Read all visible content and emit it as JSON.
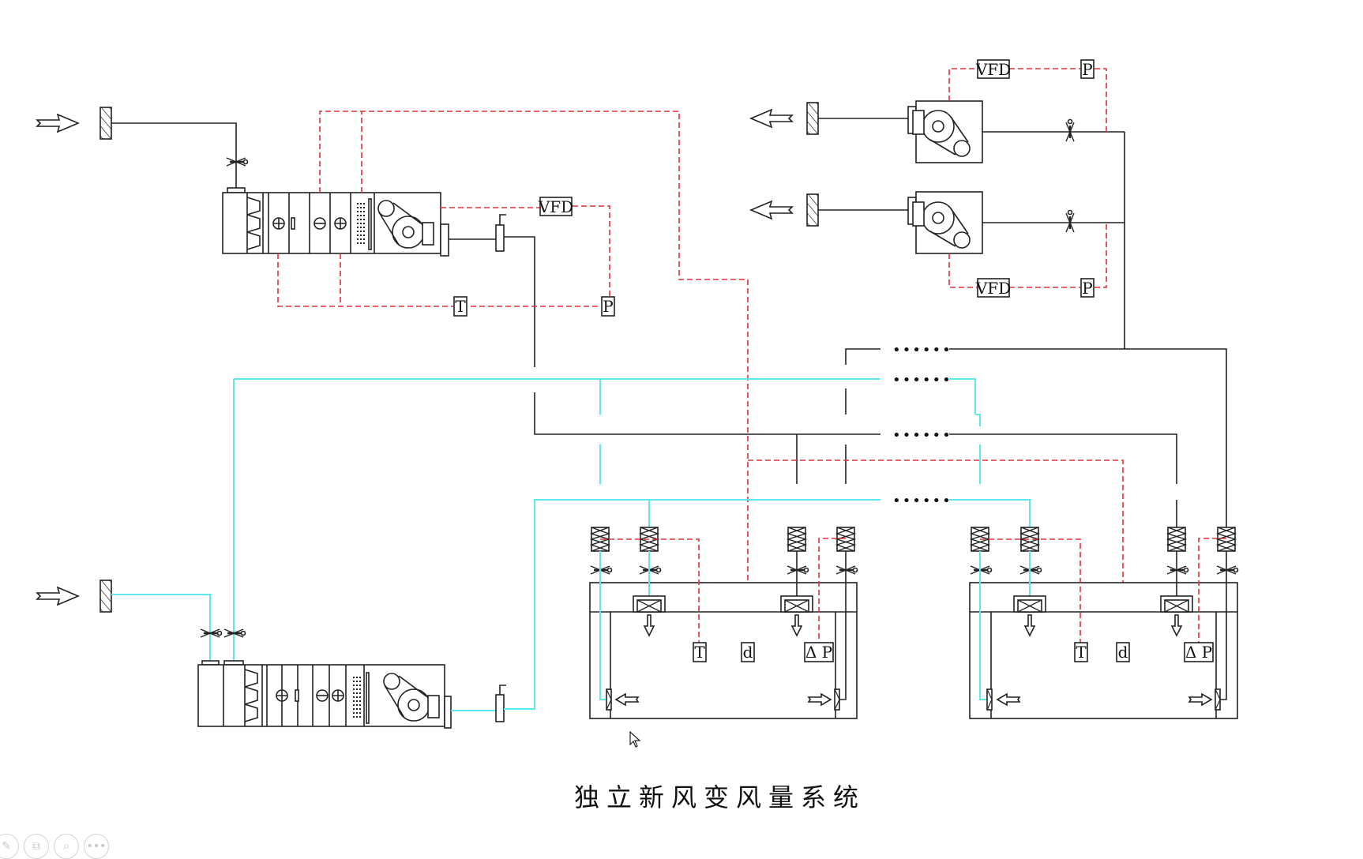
{
  "title": "独立新风变风量系统",
  "colors": {
    "supply_duct": "#5ee8ee",
    "control_line": "#e0303a",
    "equipment": "#222222",
    "background": "#ffffff"
  },
  "legend_semantics": {
    "cyan_lines": "fresh air supply ducts",
    "black_lines": "return/exhaust/supply ducts",
    "red_dashed_lines": "control signal wiring"
  },
  "labels": {
    "vfd": "VFD",
    "pressure": "P",
    "temperature": "T",
    "humidity": "d",
    "diff_pressure": "Δ P"
  },
  "equipment": {
    "ahu_top": {
      "name": "Air handling unit (recirculation)",
      "vfd": "VFD",
      "sensors": [
        "T",
        "P"
      ]
    },
    "ahu_bottom": {
      "name": "Fresh air handling unit"
    },
    "exhaust_fan_1": {
      "vfd": "VFD",
      "sensor": "P"
    },
    "exhaust_fan_2": {
      "vfd": "VFD",
      "sensor": "P"
    }
  },
  "rooms": [
    {
      "sensors": [
        "T",
        "d",
        "Δ P"
      ]
    },
    {
      "sensors": [
        "T",
        "d",
        "Δ P"
      ]
    }
  ],
  "continuation": "••••••",
  "viewer_toolbar": [
    {
      "icon": "pencil-icon",
      "glyph": "✎"
    },
    {
      "icon": "copy-icon",
      "glyph": "⧉"
    },
    {
      "icon": "zoom-icon",
      "glyph": "⌕"
    },
    {
      "icon": "more-icon",
      "glyph": "•••"
    }
  ]
}
